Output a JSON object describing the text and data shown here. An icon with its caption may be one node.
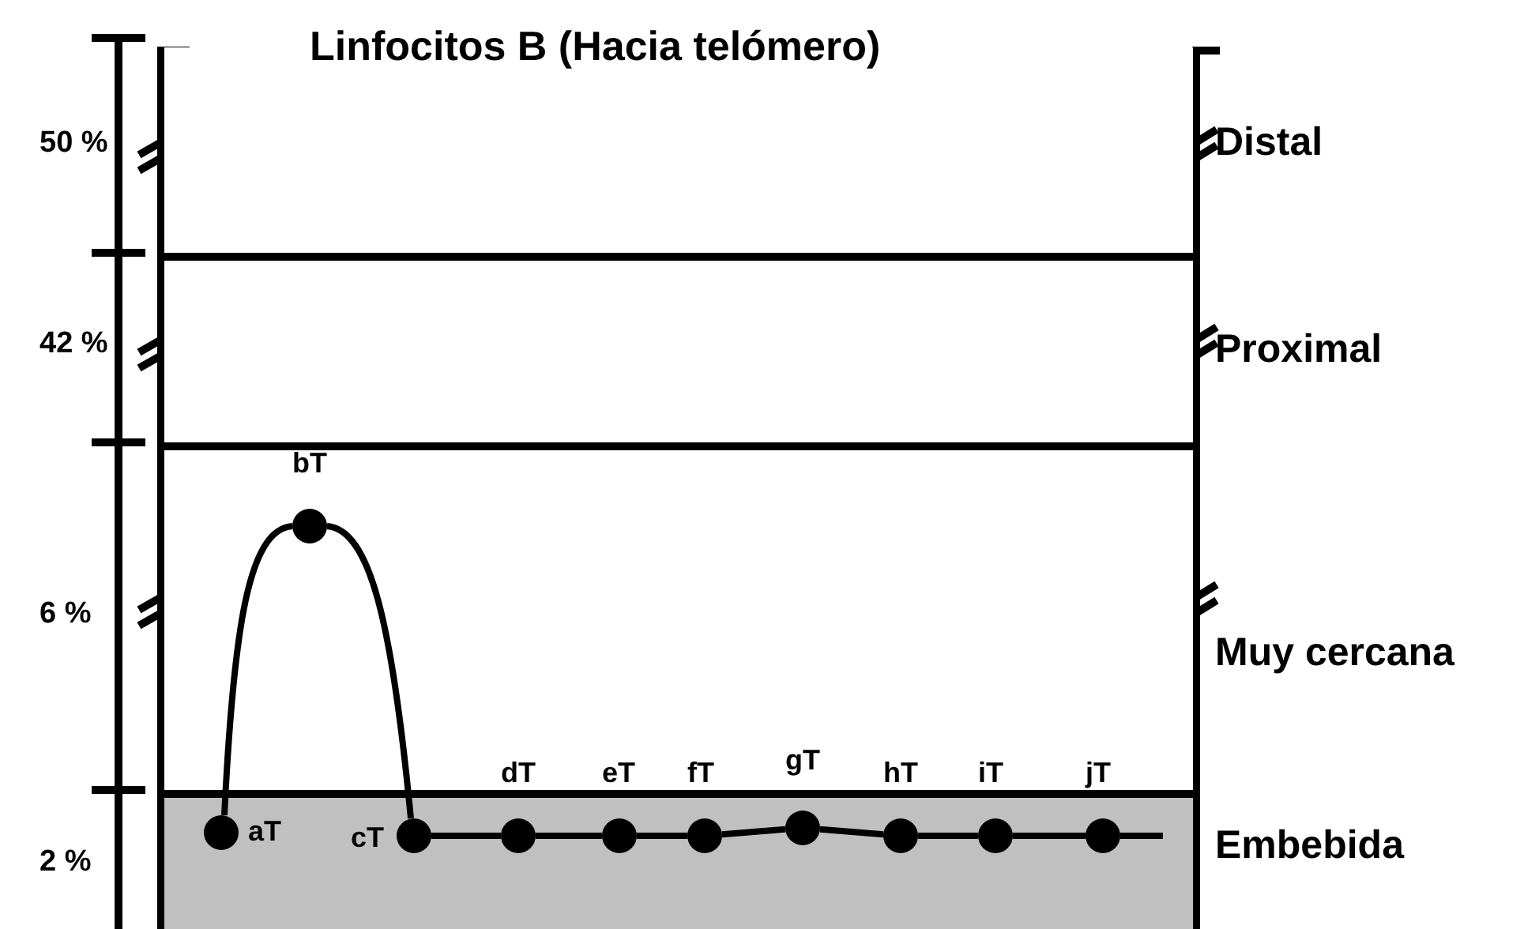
{
  "diagram": {
    "title": "Linfocitos B (Hacia telómero)",
    "nodes": [
      {
        "text": [
          "Distal"
        ]
      },
      {
        "text": [
          "Proximal"
        ]
      },
      {
        "text": [
          "Muy cercana"
        ]
      },
      {
        "text": [
          "Embebida"
        ]
      },
      {
        "text": [
          "aT"
        ],
        "in": 3
      },
      {
        "text": [
          "bT"
        ],
        "in": 2
      },
      {
        "text": [
          "cT"
        ],
        "in": 3
      },
      {
        "text": [
          "dT"
        ],
        "in": 3
      },
      {
        "text": [
          "eT"
        ],
        "in": 3
      },
      {
        "text": [
          "fT"
        ],
        "in": 3
      },
      {
        "text": [
          "gT"
        ],
        "in": 3
      },
      {
        "text": [
          "hT"
        ],
        "in": 3
      },
      {
        "text": [
          "iT"
        ],
        "in": 3
      },
      {
        "text": [
          "jT"
        ],
        "in": 3
      }
    ],
    "edges": [
      {
        "from": 4,
        "to": 5,
        "arrow": "none"
      },
      {
        "from": 5,
        "to": 6,
        "arrow": "none"
      },
      {
        "from": 6,
        "to": 7,
        "arrow": "none"
      },
      {
        "from": 7,
        "to": 8,
        "arrow": "none"
      },
      {
        "from": 8,
        "to": 9,
        "arrow": "none"
      },
      {
        "from": 9,
        "to": 10,
        "arrow": "none"
      },
      {
        "from": 10,
        "to": 11,
        "arrow": "none"
      },
      {
        "from": 11,
        "to": 12,
        "arrow": "none"
      },
      {
        "from": 12,
        "to": 13,
        "arrow": "none"
      },
      {
        "from": 13,
        "to": null,
        "arrow": "none"
      }
    ],
    "labels": [
      "50 %",
      "42 %",
      "6 %",
      "2 %"
    ]
  }
}
